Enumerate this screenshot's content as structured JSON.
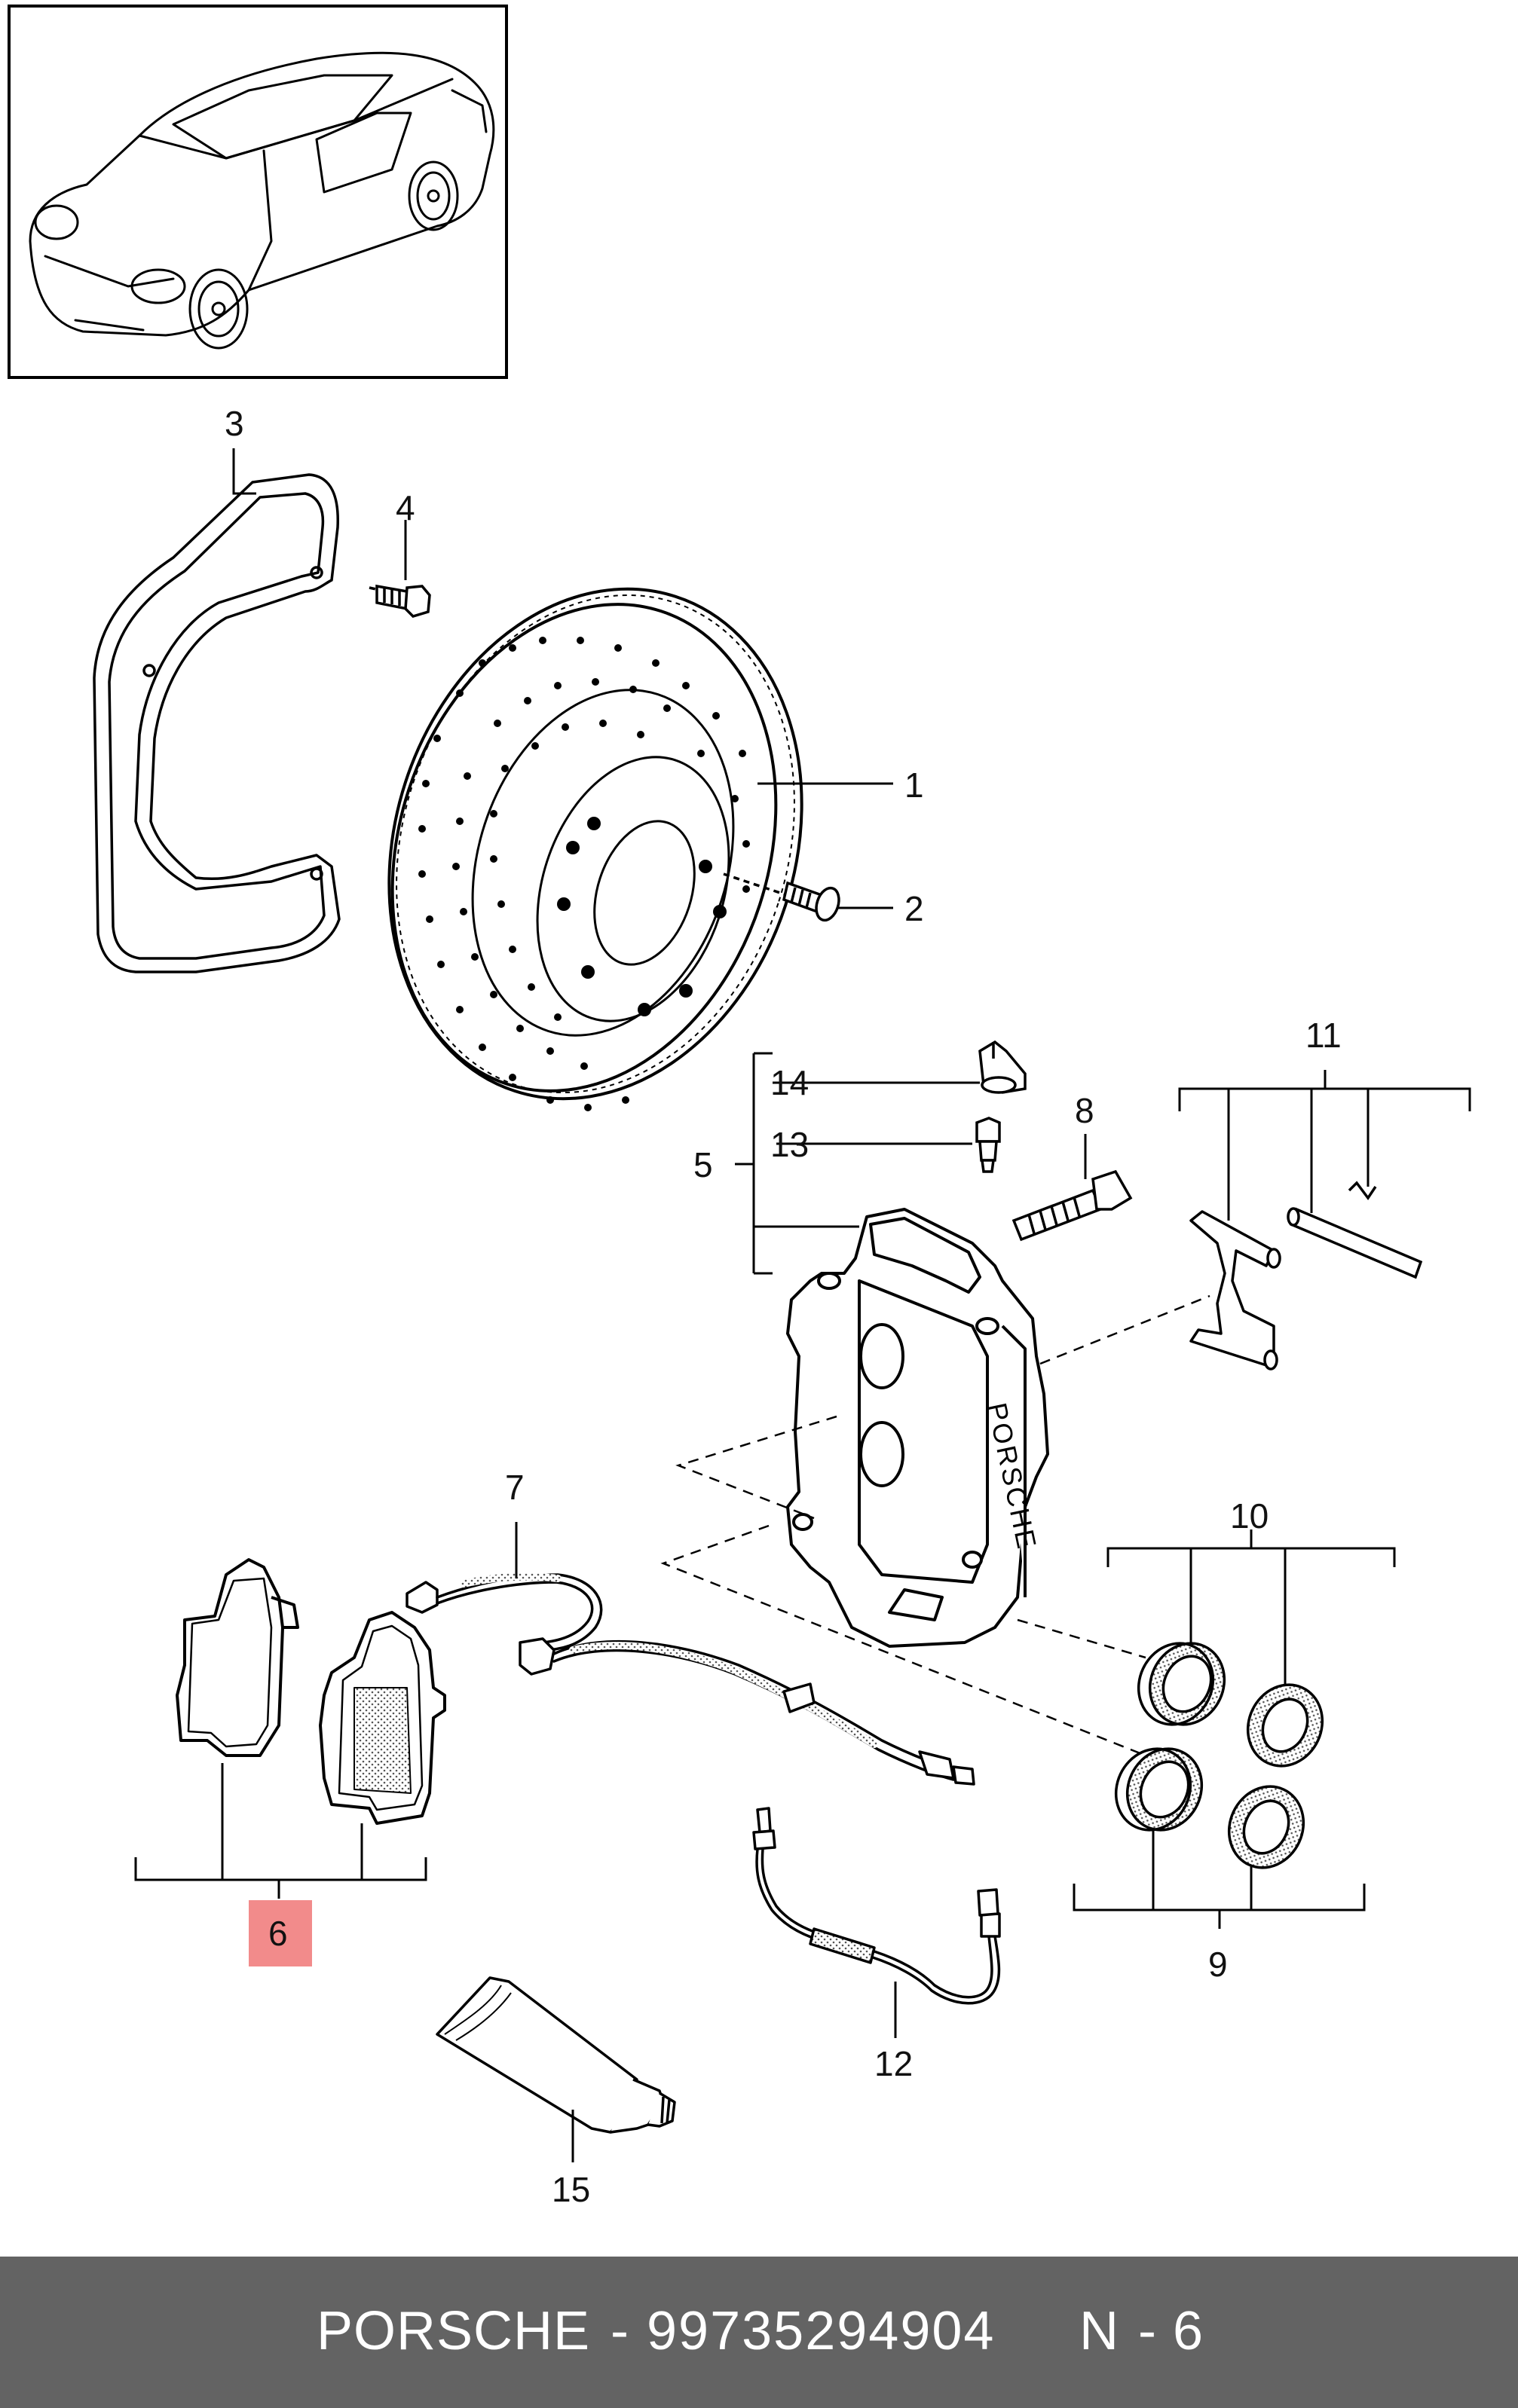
{
  "callouts": {
    "c1": "1",
    "c2": "2",
    "c3": "3",
    "c4": "4",
    "c5": "5",
    "c6": "6",
    "c7": "7",
    "c8": "8",
    "c9": "9",
    "c10": "10",
    "c11": "11",
    "c12": "12",
    "c13": "13",
    "c14": "14",
    "c15": "15"
  },
  "caliper_logo": "PORSCHE",
  "highlight_color": "#f28b8b",
  "footer": {
    "brand": "PORSCHE",
    "separator": "-",
    "part_number": "99735294904",
    "section": "N",
    "index": "6"
  }
}
